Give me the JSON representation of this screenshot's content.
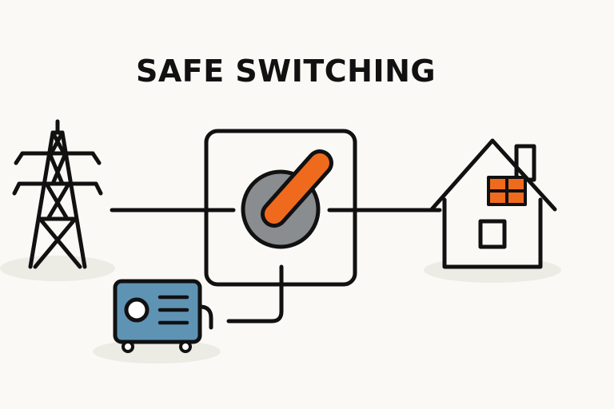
{
  "diagram": {
    "title": "SAFE SWITCHING",
    "nodes": [
      {
        "id": "utility-grid",
        "icon": "power-tower-icon"
      },
      {
        "id": "transfer-switch",
        "icon": "rotary-switch-icon"
      },
      {
        "id": "house",
        "icon": "house-icon"
      },
      {
        "id": "generator",
        "icon": "generator-icon"
      }
    ],
    "connections": [
      {
        "from": "utility-grid",
        "to": "transfer-switch"
      },
      {
        "from": "transfer-switch",
        "to": "house"
      },
      {
        "from": "generator",
        "to": "transfer-switch"
      }
    ],
    "colors": {
      "background": "#faf9f5",
      "stroke": "#111111",
      "switch_handle": "#f06a1e",
      "switch_knob": "#8a8d8f",
      "generator_body": "#5f93b4",
      "house_window": "#f06a1e",
      "ground_shadow": "#ecebe4"
    }
  }
}
